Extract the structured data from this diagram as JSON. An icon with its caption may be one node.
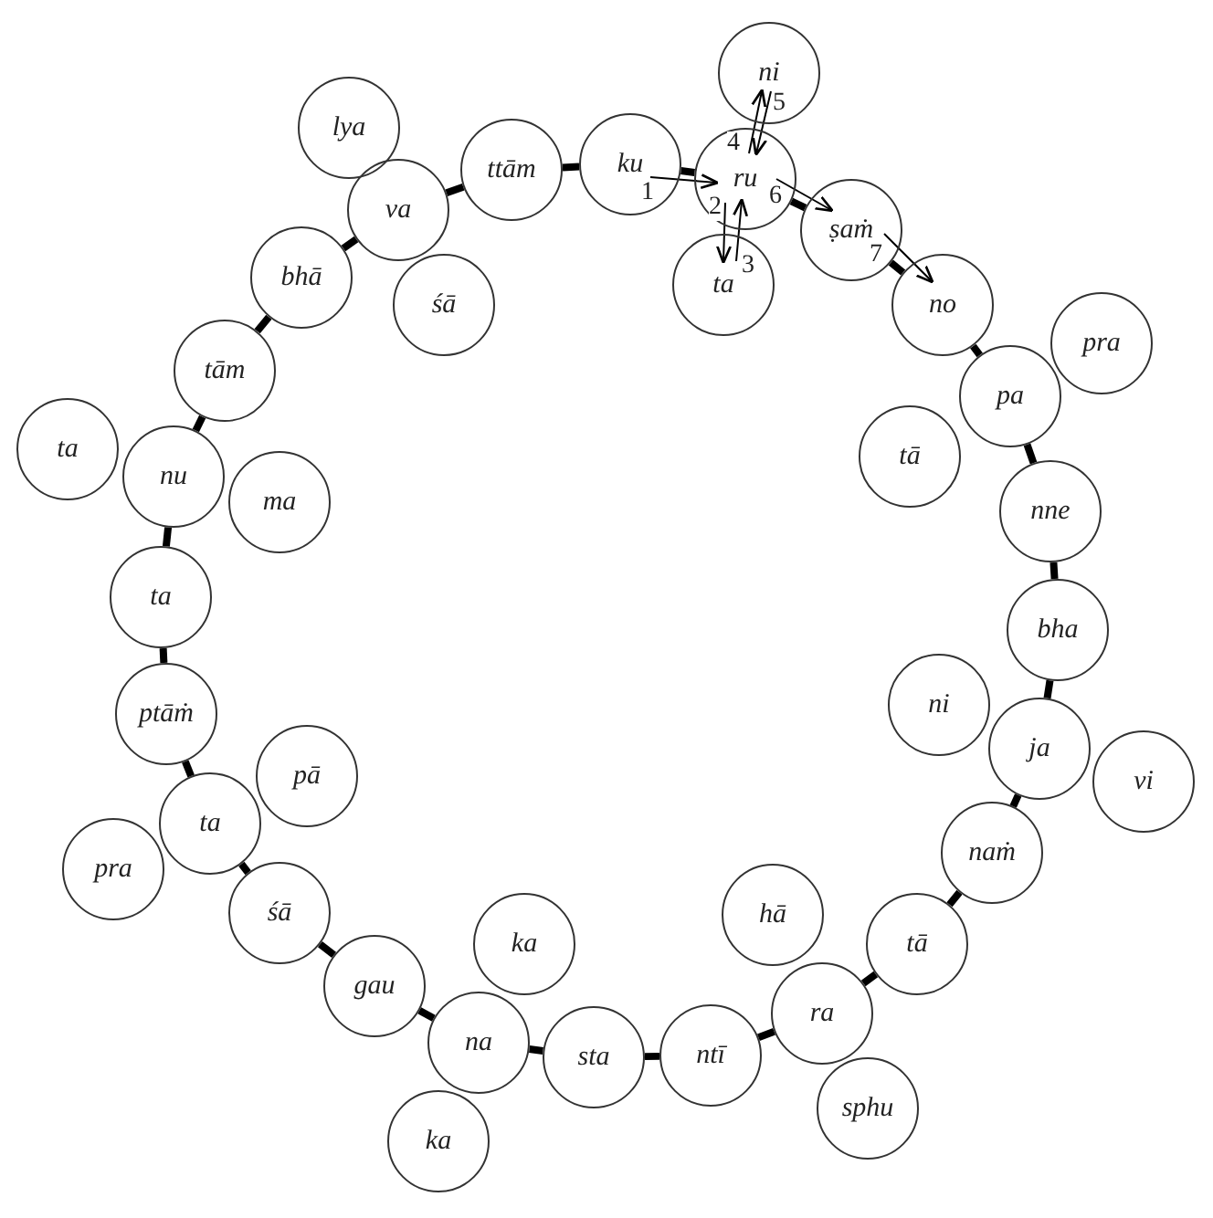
{
  "diagram": {
    "nodes": [
      {
        "text": [
          "ku"
        ]
      },
      {
        "text": [
          "ru"
        ]
      },
      {
        "text": [
          "ni"
        ]
      },
      {
        "text": [
          "ta"
        ]
      },
      {
        "text": [
          "ṣaṁ"
        ]
      },
      {
        "text": [
          "no"
        ]
      },
      {
        "text": [
          "pa"
        ]
      },
      {
        "text": [
          "pra"
        ]
      },
      {
        "text": [
          "tā"
        ]
      },
      {
        "text": [
          "nne"
        ]
      },
      {
        "text": [
          "bha"
        ]
      },
      {
        "text": [
          "ni"
        ]
      },
      {
        "text": [
          "ja"
        ]
      },
      {
        "text": [
          "vi"
        ]
      },
      {
        "text": [
          "naṁ"
        ]
      },
      {
        "text": [
          "tā"
        ]
      },
      {
        "text": [
          "hā"
        ]
      },
      {
        "text": [
          "ra"
        ]
      },
      {
        "text": [
          "sphu"
        ]
      },
      {
        "text": [
          "ntī"
        ]
      },
      {
        "text": [
          "sta"
        ]
      },
      {
        "text": [
          "na"
        ]
      },
      {
        "text": [
          "ka"
        ]
      },
      {
        "text": [
          "ka"
        ]
      },
      {
        "text": [
          "gau"
        ]
      },
      {
        "text": [
          "śā"
        ]
      },
      {
        "text": [
          "ta"
        ]
      },
      {
        "text": [
          "pā"
        ]
      },
      {
        "text": [
          "pra"
        ]
      },
      {
        "text": [
          "ptāṁ"
        ]
      },
      {
        "text": [
          "ta"
        ]
      },
      {
        "text": [
          "nu"
        ]
      },
      {
        "text": [
          "ta"
        ]
      },
      {
        "text": [
          "ma"
        ]
      },
      {
        "text": [
          "tām"
        ]
      },
      {
        "text": [
          "bhā"
        ]
      },
      {
        "text": [
          "va"
        ]
      },
      {
        "text": [
          "lya"
        ]
      },
      {
        "text": [
          "śā"
        ]
      },
      {
        "text": [
          "ttām"
        ]
      }
    ],
    "edges": [
      {
        "from": 0,
        "to": 1,
        "arrow": "to",
        "label": "1"
      },
      {
        "from": 1,
        "to": 3,
        "arrow": "to",
        "label": "2"
      },
      {
        "from": 3,
        "to": 1,
        "arrow": "to",
        "label": "3"
      },
      {
        "from": 1,
        "to": 2,
        "arrow": "to",
        "label": "4"
      },
      {
        "from": 2,
        "to": 1,
        "arrow": "to",
        "label": "5"
      },
      {
        "from": 1,
        "to": 4,
        "arrow": "to",
        "label": "6"
      },
      {
        "from": 4,
        "to": 5,
        "arrow": "to",
        "label": "7"
      },
      {
        "from": 0,
        "to": 39,
        "arrow": "none"
      },
      {
        "from": 39,
        "to": 36,
        "arrow": "none"
      },
      {
        "from": 36,
        "to": 35,
        "arrow": "none"
      },
      {
        "from": 35,
        "to": 34,
        "arrow": "none"
      },
      {
        "from": 34,
        "to": 31,
        "arrow": "none"
      },
      {
        "from": 31,
        "to": 30,
        "arrow": "none"
      },
      {
        "from": 30,
        "to": 29,
        "arrow": "none"
      },
      {
        "from": 29,
        "to": 26,
        "arrow": "none"
      },
      {
        "from": 26,
        "to": 25,
        "arrow": "none"
      },
      {
        "from": 25,
        "to": 24,
        "arrow": "none"
      },
      {
        "from": 24,
        "to": 21,
        "arrow": "none"
      },
      {
        "from": 21,
        "to": 20,
        "arrow": "none"
      },
      {
        "from": 20,
        "to": 19,
        "arrow": "none"
      },
      {
        "from": 19,
        "to": 17,
        "arrow": "none"
      },
      {
        "from": 17,
        "to": 15,
        "arrow": "none"
      },
      {
        "from": 15,
        "to": 14,
        "arrow": "none"
      },
      {
        "from": 14,
        "to": 12,
        "arrow": "none"
      },
      {
        "from": 12,
        "to": 10,
        "arrow": "none"
      },
      {
        "from": 10,
        "to": 9,
        "arrow": "none"
      },
      {
        "from": 9,
        "to": 6,
        "arrow": "none"
      },
      {
        "from": 6,
        "to": 5,
        "arrow": "none"
      },
      {
        "from": 5,
        "to": 4,
        "arrow": "none"
      },
      {
        "from": 4,
        "to": 1,
        "arrow": "none"
      },
      {
        "from": 1,
        "to": 0,
        "arrow": "none"
      }
    ]
  }
}
